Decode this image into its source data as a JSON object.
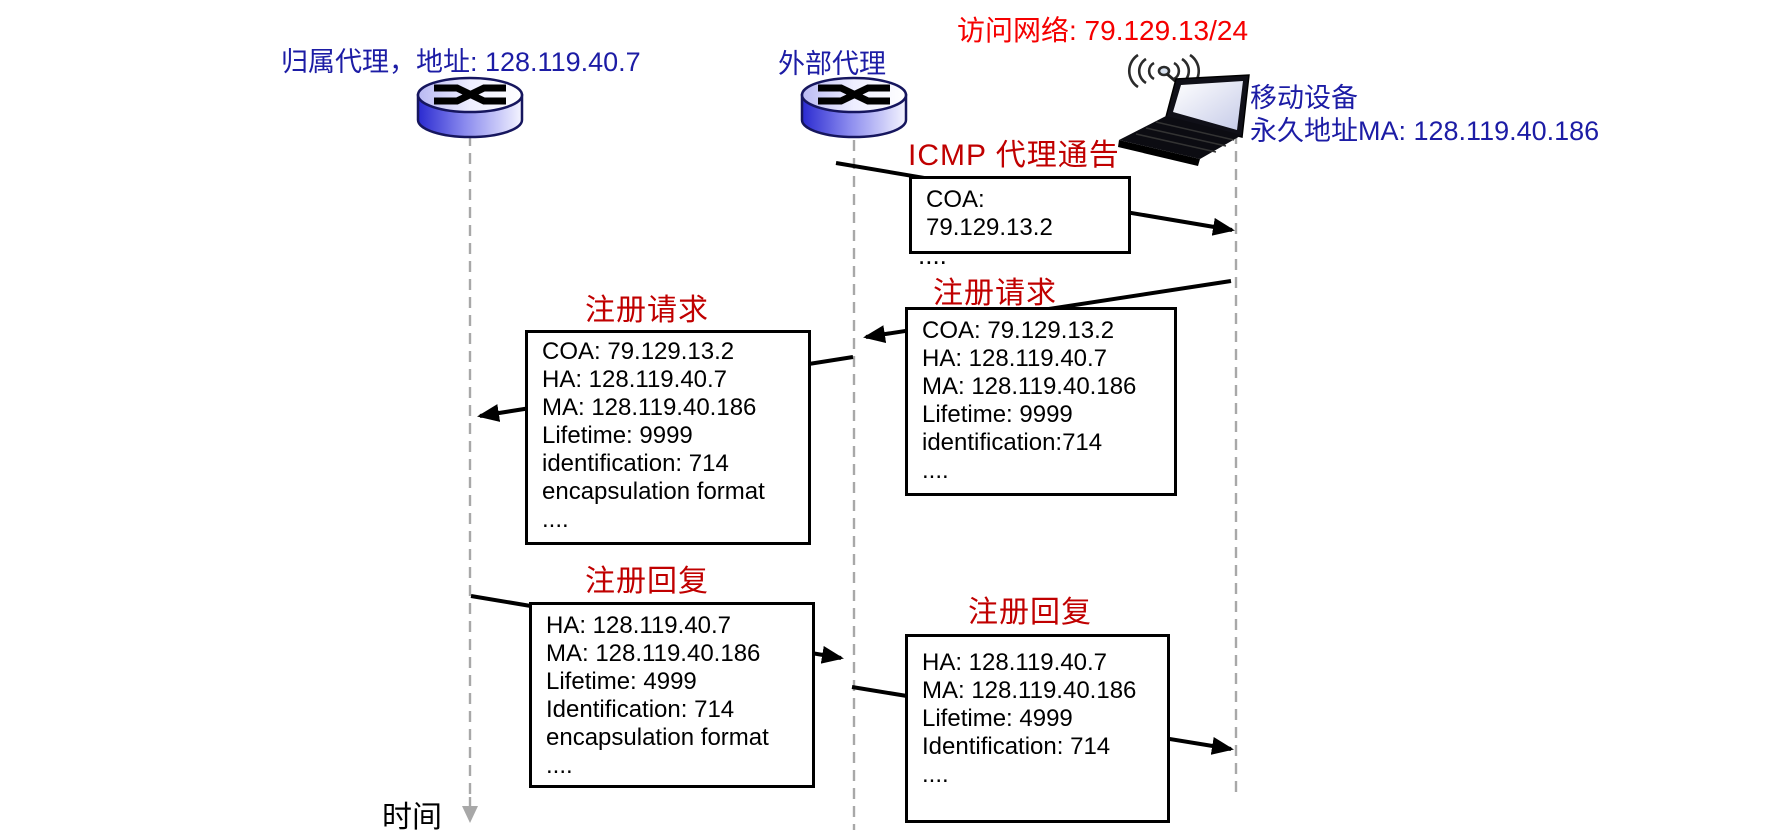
{
  "palette": {
    "label-blue": "#1c1ca5",
    "network-red": "#f50000",
    "message-red": "#c00000",
    "line-black": "#000000",
    "timeline-gray": "#a8a8a8",
    "router-dark": "#16165e"
  },
  "actors": {
    "home_agent_label": "归属代理，地址: 128.119.40.7",
    "foreign_agent_label": "外部代理",
    "visited_network_label": "访问网络: 79.129.13/24",
    "mobile_device_label_line1": "移动设备",
    "mobile_device_label_line2": "永久地址MA: 128.119.40.186"
  },
  "messages": {
    "icmp_advertisement": {
      "title": "ICMP 代理通告",
      "lines": [
        "COA:",
        "79.129.13.2"
      ],
      "ellipsis": "...."
    },
    "registration_request_to_fa": {
      "title": "注册请求",
      "lines": [
        "COA: 79.129.13.2",
        "HA: 128.119.40.7",
        "MA: 128.119.40.186",
        "Lifetime: 9999",
        "identification:714",
        "...."
      ]
    },
    "registration_request_to_ha": {
      "title": "注册请求",
      "lines": [
        "COA: 79.129.13.2",
        "HA: 128.119.40.7",
        "MA: 128.119.40.186",
        "Lifetime: 9999",
        "identification: 714",
        "encapsulation format",
        "...."
      ]
    },
    "registration_reply_to_fa": {
      "title": "注册回复",
      "lines": [
        "HA: 128.119.40.7",
        "MA: 128.119.40.186",
        "Lifetime: 4999",
        "Identification: 714",
        "encapsulation format",
        "...."
      ]
    },
    "registration_reply_to_mobile": {
      "title": "注册回复",
      "lines": [
        "HA: 128.119.40.7",
        "MA: 128.119.40.186",
        "Lifetime: 4999",
        "Identification: 714",
        "...."
      ]
    }
  },
  "timeline": {
    "time_label": "时间"
  }
}
